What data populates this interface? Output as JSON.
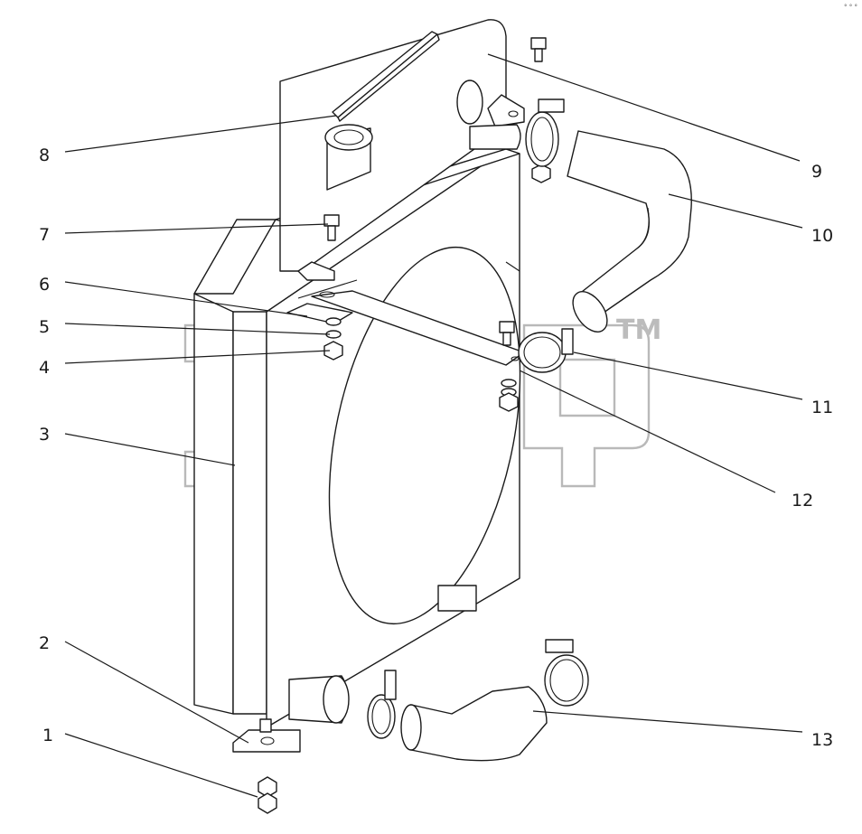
{
  "diagram": {
    "callouts": [
      "1",
      "2",
      "3",
      "4",
      "5",
      "6",
      "7",
      "8",
      "9",
      "10",
      "11",
      "12",
      "13"
    ]
  },
  "watermark": {
    "trademark": "TM"
  },
  "corner_mark": "° ° °"
}
